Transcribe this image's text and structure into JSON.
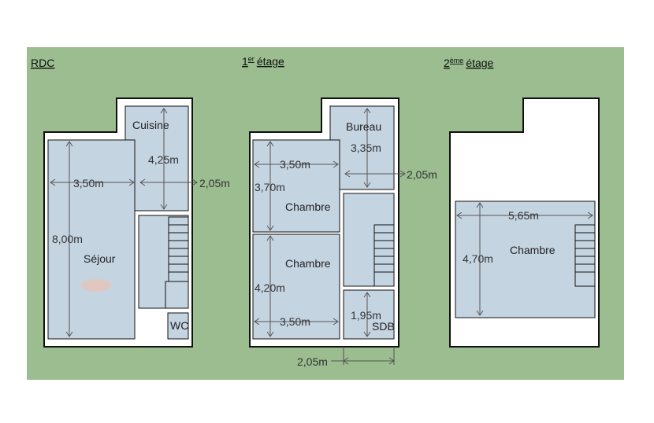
{
  "colors": {
    "background": "#9bbd8f",
    "room_fill": "#c5d4e1",
    "wall": "#111111",
    "dimension": "#555555",
    "highlight": "#e0c8c0"
  },
  "floors": {
    "rdc": {
      "title": "RDC",
      "rooms": {
        "kitchen": "Cuisine",
        "living": "Séjour",
        "wc": "WC"
      },
      "dims": {
        "kitchen_h": "4,25m",
        "living_w": "3,50m",
        "outer_w": "2,05m",
        "living_h": "8,00m"
      }
    },
    "first": {
      "title_num": "1",
      "title_sup": "er",
      "title_text": "étage",
      "rooms": {
        "office": "Bureau",
        "bedroom_a": "Chambre",
        "bedroom_b": "Chambre",
        "bath": "SDB"
      },
      "dims": {
        "office_h": "3,35m",
        "bed_a_w": "3,50m",
        "outer_w": "2,05m",
        "bed_a_h": "3,70m",
        "bed_b_h": "4,20m",
        "bed_b_w": "3,50m",
        "bath_h": "1,95m",
        "bottom_w": "2,05m"
      }
    },
    "second": {
      "title_num": "2",
      "title_sup": "ème",
      "title_text": "étage",
      "rooms": {
        "bedroom": "Chambre"
      },
      "dims": {
        "bed_w": "5,65m",
        "bed_h": "4,70m"
      }
    }
  }
}
